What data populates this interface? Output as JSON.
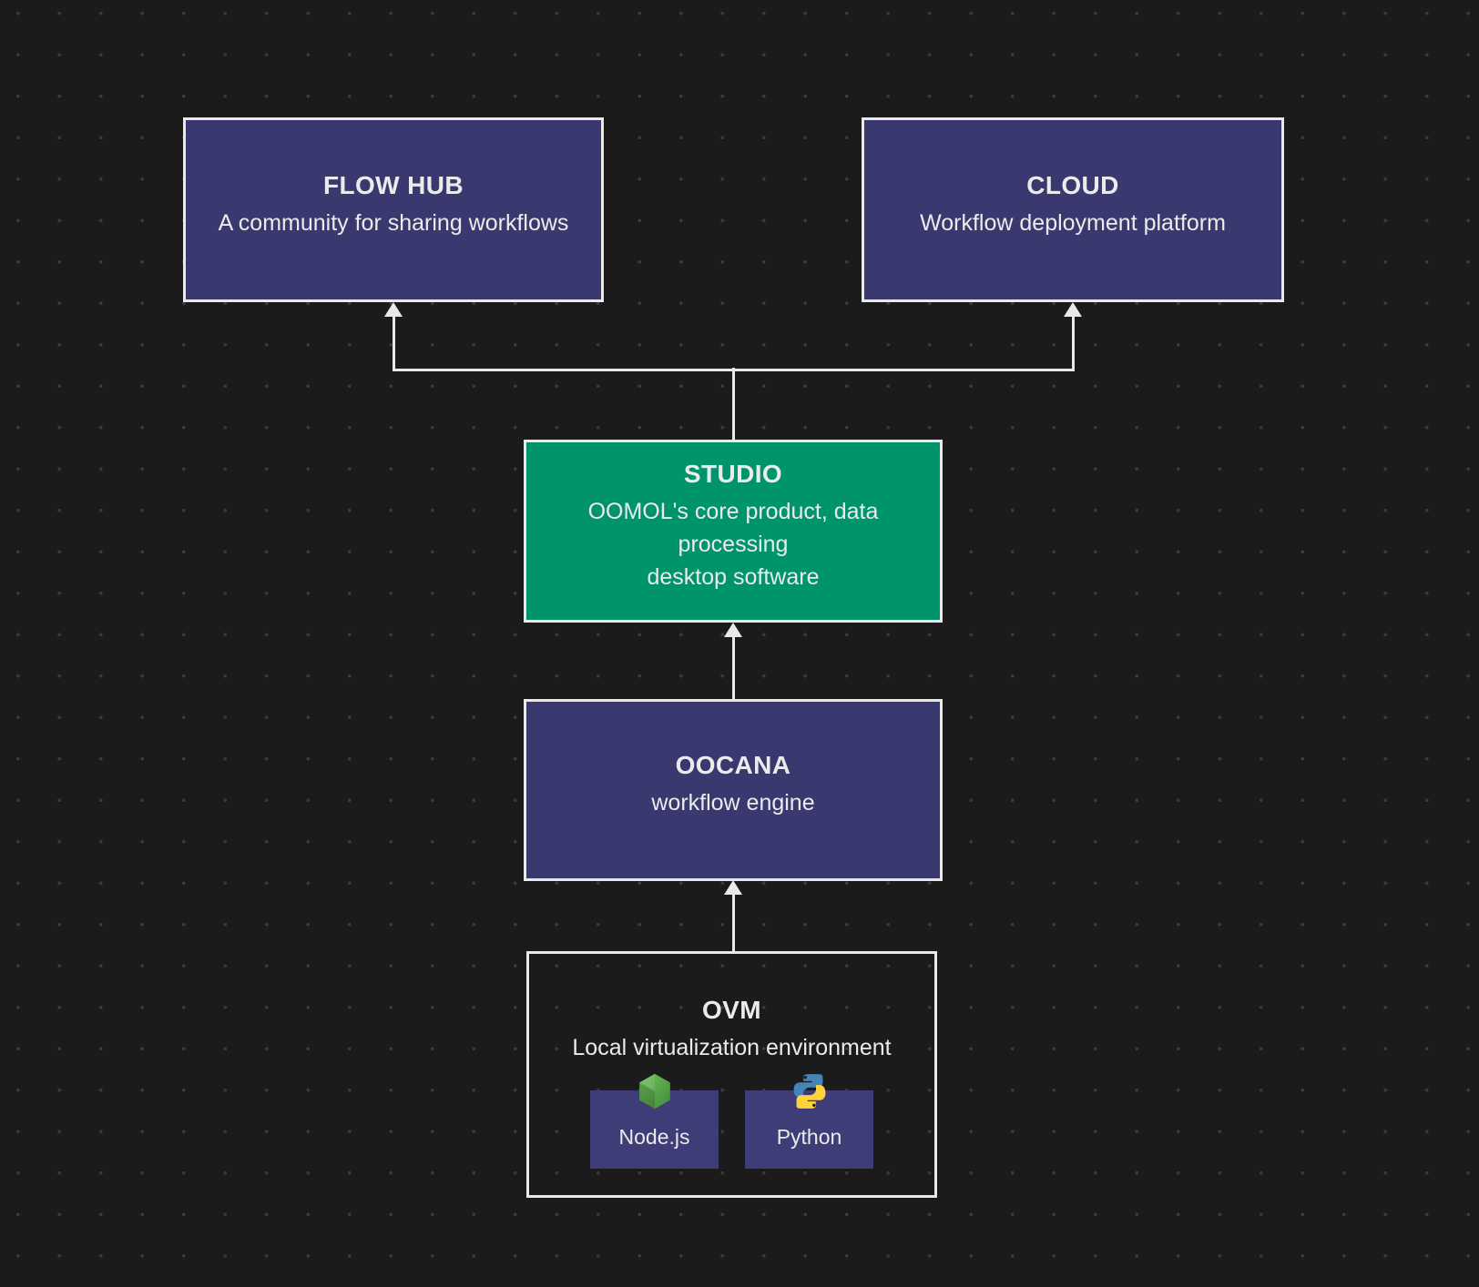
{
  "diagram": {
    "nodes": {
      "flow_hub": {
        "title": "FLOW HUB",
        "subtitle": "A community for sharing workflows"
      },
      "cloud": {
        "title": "CLOUD",
        "subtitle": "Workflow deployment platform"
      },
      "studio": {
        "title": "STUDIO",
        "subtitle_line1": "OOMOL's core product, data processing",
        "subtitle_line2": "desktop software"
      },
      "oocana": {
        "title": "OOCANA",
        "subtitle": "workflow engine"
      },
      "ovm": {
        "title": "OVM",
        "subtitle": "Local virtualization environment",
        "children": [
          {
            "label": "Node.js",
            "icon": "nodejs-icon"
          },
          {
            "label": "Python",
            "icon": "python-icon"
          }
        ]
      }
    },
    "edges": [
      {
        "from": "studio",
        "to": "flow_hub"
      },
      {
        "from": "studio",
        "to": "cloud"
      },
      {
        "from": "oocana",
        "to": "studio"
      },
      {
        "from": "ovm",
        "to": "oocana"
      }
    ]
  },
  "colors": {
    "background": "#1b1b1b",
    "dot": "#3b3b3b",
    "box-purple": "#3a396f",
    "box-green": "#00946d",
    "box-child-purple": "#3e3d78",
    "border-light": "#e9e9e9",
    "connector": "#e9e9e9",
    "text": "#ebebeb",
    "nodejs-green-light": "#72c25b",
    "nodejs-green-dark": "#3f8c3a",
    "python-blue": "#4584b6",
    "python-yellow": "#ffd43b"
  }
}
